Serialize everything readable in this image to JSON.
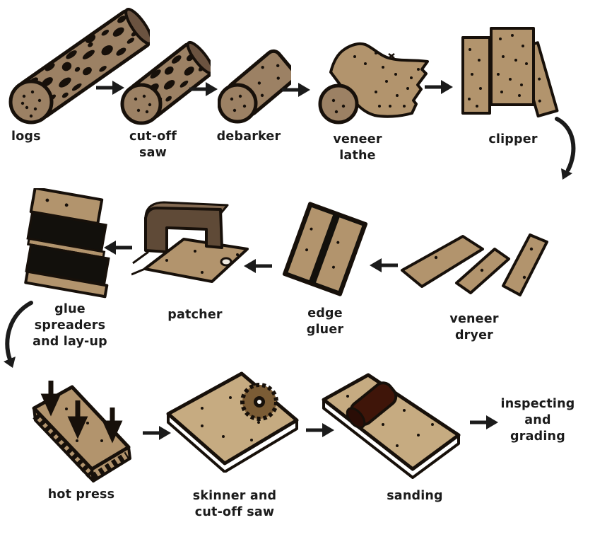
{
  "diagram_type": "process-flow",
  "subject": "plywood manufacturing steps",
  "colors": {
    "background": "#ffffff",
    "outline": "#17100a",
    "text": "#1b1b1b",
    "log_tan": "#9c8164",
    "veneer_tan": "#b2946d",
    "board_tan": "#c6ab81",
    "log_end_brown": "#6b5340",
    "machine_brown_front": "#5f4a37",
    "machine_brown_top": "#836a52",
    "glue_black": "#12100c",
    "saw_blade_brown": "#7b5c35",
    "roller_maroon": "#3f1509",
    "arrow_black": "#1b1b1b"
  },
  "steps": [
    {
      "id": "logs",
      "label": "logs",
      "illustration": "bark-log"
    },
    {
      "id": "cut-off-saw",
      "label": "cut-off\nsaw",
      "illustration": "short-bark-log"
    },
    {
      "id": "debarker",
      "label": "debarker",
      "illustration": "debarked-smooth-log"
    },
    {
      "id": "veneer-lathe",
      "label": "veneer\nlathe",
      "illustration": "log-peeling-into-veneer-sheet"
    },
    {
      "id": "clipper",
      "label": "clipper",
      "illustration": "clipped-veneer-sheets"
    },
    {
      "id": "veneer-dryer",
      "label": "veneer\ndryer",
      "illustration": "three-dried-veneer-strips"
    },
    {
      "id": "edge-gluer",
      "label": "edge\ngluer",
      "illustration": "edge-glued-sheets-with-glue-seam"
    },
    {
      "id": "patcher",
      "label": "patcher",
      "illustration": "patching-clamp-over-sheet-with-hole"
    },
    {
      "id": "glue-spreaders",
      "label": "glue\nspreaders\nand lay-up",
      "illustration": "veneer-stack-with-glue-layers"
    },
    {
      "id": "hot-press",
      "label": "hot press",
      "illustration": "panel-with-press-arrows"
    },
    {
      "id": "skinner-cut-off-saw",
      "label": "skinner and\ncut-off saw",
      "illustration": "panel-with-circular-saw-blade"
    },
    {
      "id": "sanding",
      "label": "sanding",
      "illustration": "panel-with-sanding-roller"
    },
    {
      "id": "inspecting-grading",
      "label": "inspecting\nand\ngrading",
      "illustration": "none"
    }
  ],
  "arrows": [
    {
      "from": "logs",
      "to": "cut-off-saw",
      "shape": "straight-right"
    },
    {
      "from": "cut-off-saw",
      "to": "debarker",
      "shape": "straight-right"
    },
    {
      "from": "debarker",
      "to": "veneer-lathe",
      "shape": "straight-right"
    },
    {
      "from": "veneer-lathe",
      "to": "clipper",
      "shape": "straight-right"
    },
    {
      "from": "clipper",
      "to": "veneer-dryer",
      "shape": "curved-down-right-edge"
    },
    {
      "from": "veneer-dryer",
      "to": "edge-gluer",
      "shape": "straight-left"
    },
    {
      "from": "edge-gluer",
      "to": "patcher",
      "shape": "straight-left"
    },
    {
      "from": "patcher",
      "to": "glue-spreaders",
      "shape": "straight-left"
    },
    {
      "from": "glue-spreaders",
      "to": "hot-press",
      "shape": "curved-down-left-edge"
    },
    {
      "from": "hot-press",
      "to": "skinner-cut-off-saw",
      "shape": "straight-right"
    },
    {
      "from": "skinner-cut-off-saw",
      "to": "sanding",
      "shape": "straight-right"
    },
    {
      "from": "sanding",
      "to": "inspecting-grading",
      "shape": "straight-right"
    }
  ]
}
